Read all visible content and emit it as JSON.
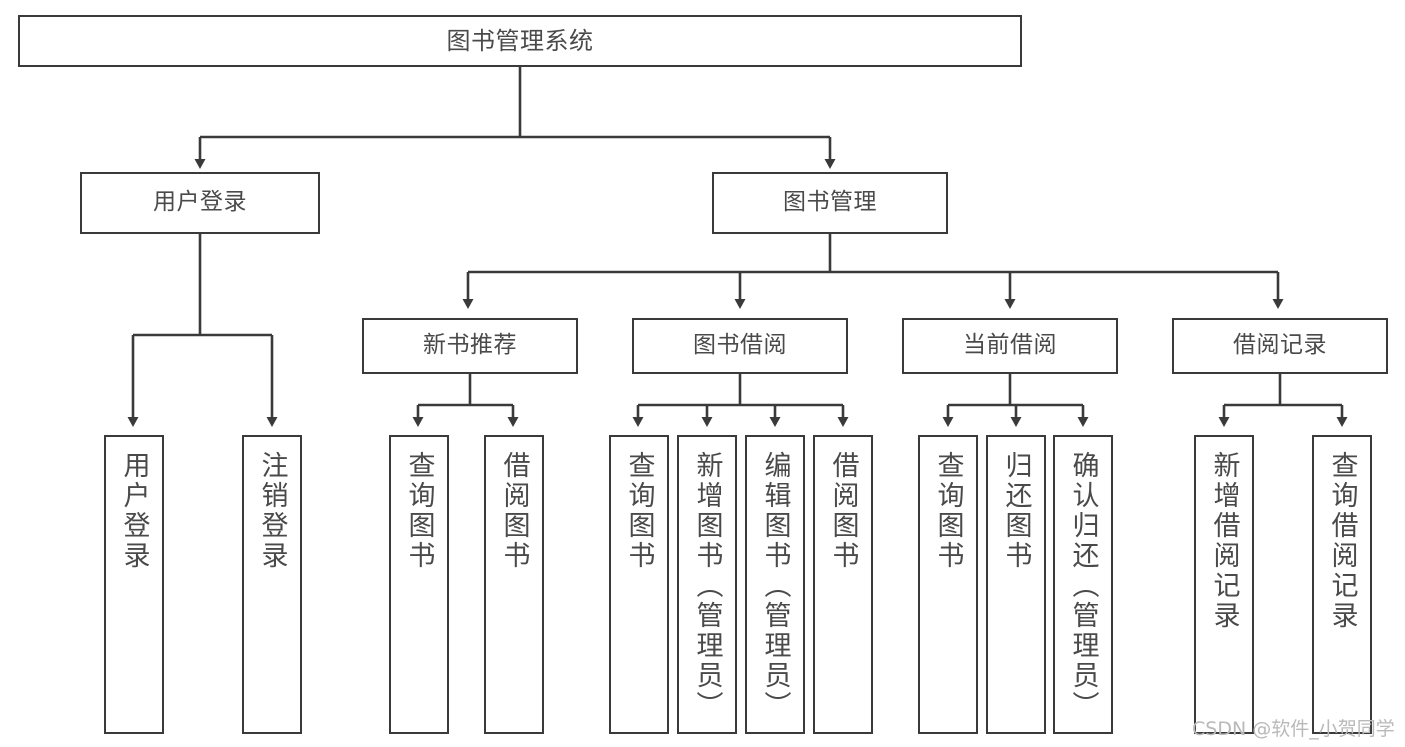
{
  "diagram": {
    "title": "图书管理系统",
    "type": "tree-hierarchy-diagram",
    "colors": {
      "background": "#ffffff",
      "box_border": "#3a3a3a",
      "text": "#4a4a4a",
      "connector": "#3a3a3a",
      "watermark": "#b9b9b9"
    },
    "root": {
      "label": "图书管理系统"
    },
    "level1": [
      {
        "label": "用户登录"
      },
      {
        "label": "图书管理"
      }
    ],
    "level2": [
      {
        "label": "新书推荐"
      },
      {
        "label": "图书借阅"
      },
      {
        "label": "当前借阅"
      },
      {
        "label": "借阅记录"
      }
    ],
    "leaves": {
      "user_login": [
        {
          "label": "用户登录"
        },
        {
          "label": "注销登录"
        }
      ],
      "new_book_recommend": [
        {
          "label": "查询图书"
        },
        {
          "label": "借阅图书"
        }
      ],
      "book_borrow": [
        {
          "label": "查询图书"
        },
        {
          "label": "新增图书（管理员）"
        },
        {
          "label": "编辑图书（管理员）"
        },
        {
          "label": "借阅图书"
        }
      ],
      "current_borrow": [
        {
          "label": "查询图书"
        },
        {
          "label": "归还图书"
        },
        {
          "label": "确认归还（管理员）"
        }
      ],
      "borrow_record": [
        {
          "label": "新增借阅记录"
        },
        {
          "label": "查询借阅记录"
        }
      ]
    }
  },
  "watermark": {
    "text": "CSDN @软件_小贺同学"
  }
}
